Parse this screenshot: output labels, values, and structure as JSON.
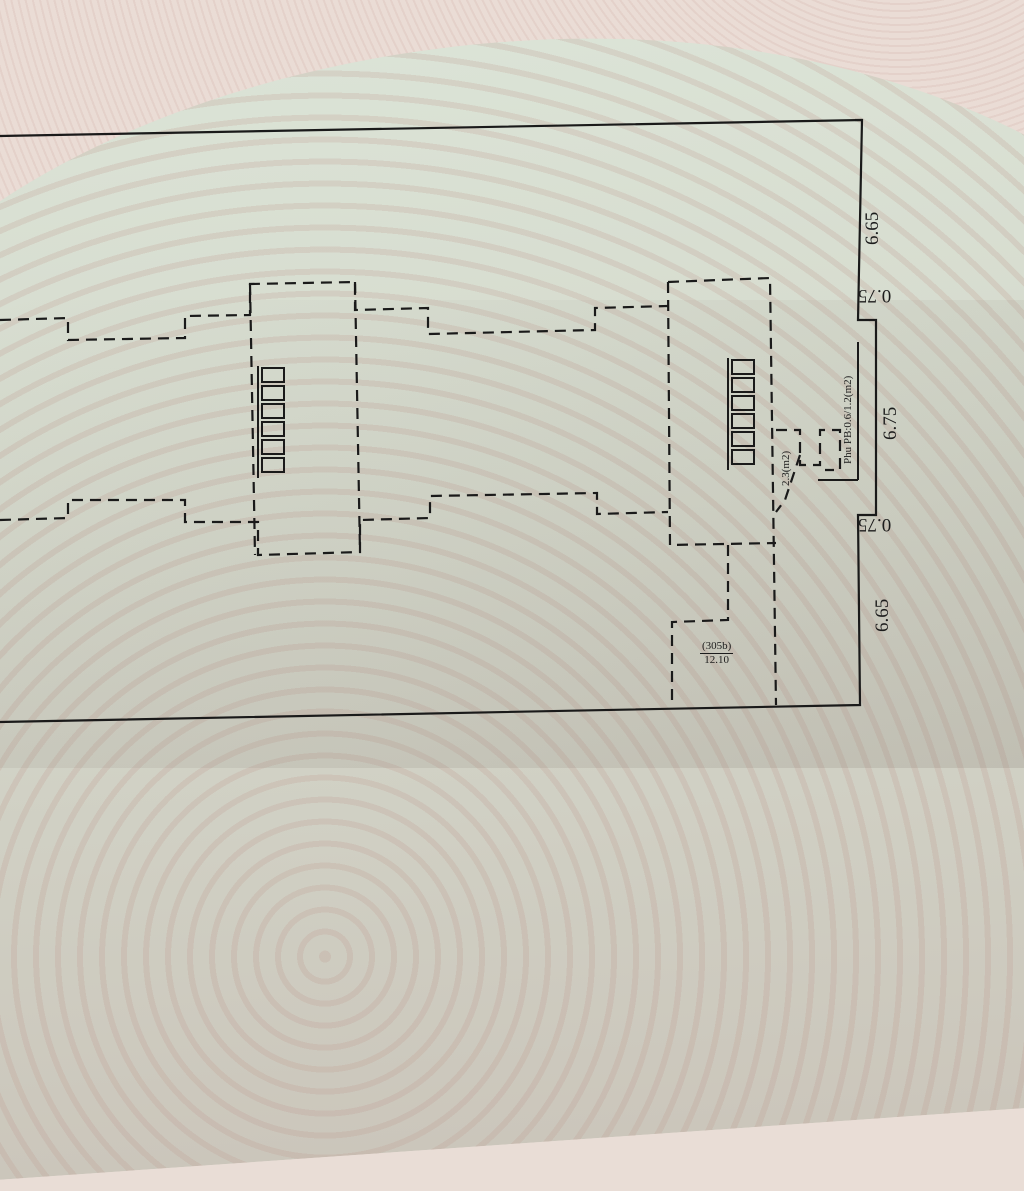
{
  "document": {
    "type": "land plot diagram",
    "background": "decorative certificate paper"
  },
  "dimensions": {
    "top_segment": "6.65",
    "top_offset": "0.75",
    "middle_segment": "6.75",
    "bottom_offset": "0.75",
    "bottom_segment": "6.65"
  },
  "labels": {
    "auxiliary_area": "Phu PB:0.6/1.2(m2)",
    "small_area": "2.3(m2)",
    "parcel_id": "(305b)",
    "parcel_area": "12.10"
  },
  "symbols": {
    "stairs_left": "staircase-symbol",
    "stairs_right": "staircase-symbol"
  },
  "colors": {
    "line": "#1a1a1a",
    "paper_pink": "#eadcd5",
    "paper_green": "#d8dfd2"
  }
}
